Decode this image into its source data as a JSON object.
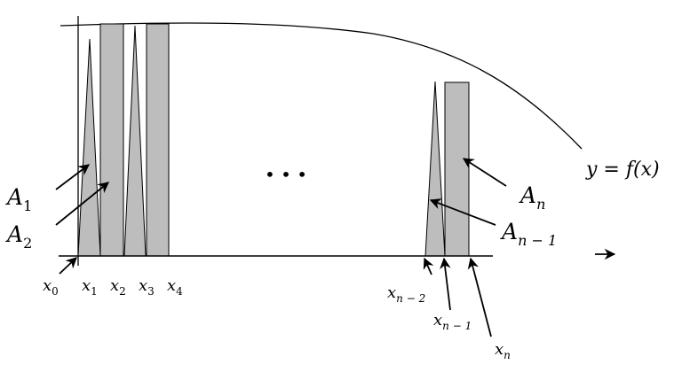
{
  "labels": {
    "function": "y = f(x)",
    "area_1": "A",
    "area_1_sub": "1",
    "area_2": "A",
    "area_2_sub": "2",
    "area_n": "A",
    "area_n_sub": "n",
    "area_n_minus_1": "A",
    "area_n_minus_1_sub": "n − 1",
    "ellipsis": "• • •",
    "x0": "x",
    "x0_sub": "0",
    "x1": "x",
    "x1_sub": "1",
    "x2": "x",
    "x2_sub": "2",
    "x3": "x",
    "x3_sub": "3",
    "x4": "x",
    "x4_sub": "4",
    "xn_minus_2": "x",
    "xn_minus_2_sub": "n − 2",
    "xn_minus_1": "x",
    "xn_minus_1_sub": "n − 1",
    "xn": "x",
    "xn_sub": "n"
  },
  "colors": {
    "fill": "#bdbdbd",
    "stroke": "#000000",
    "background": "#ffffff"
  }
}
